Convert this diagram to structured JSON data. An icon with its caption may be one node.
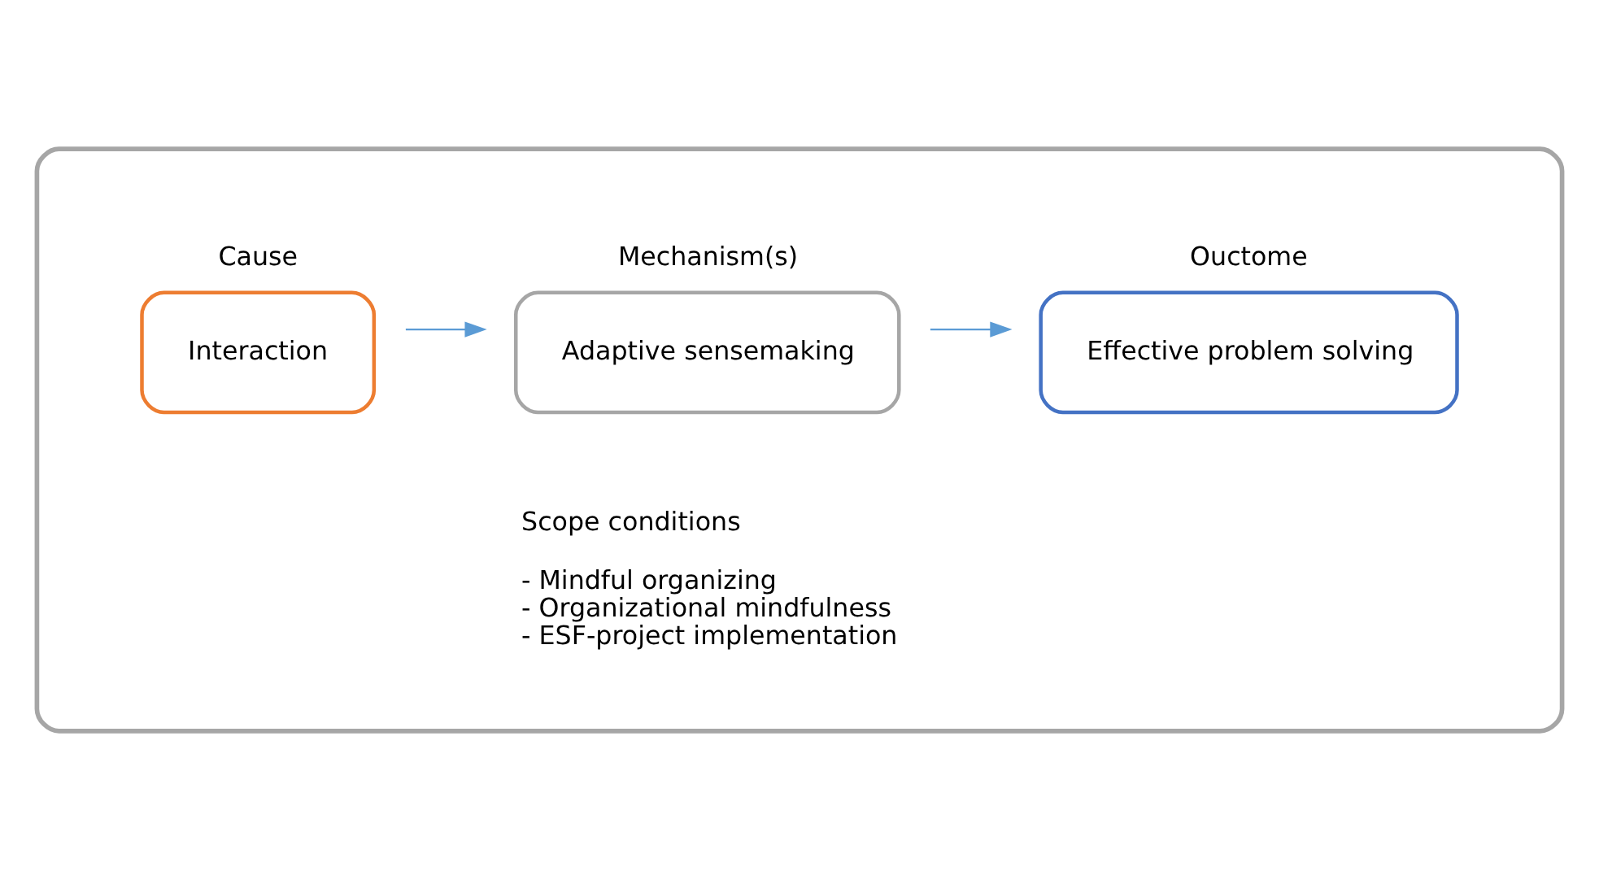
{
  "diagram": {
    "nodes": [
      {
        "text": [],
        "shape": "ellipse"
      },
      {
        "text": [
          "Cause",
          "Interaction"
        ],
        "in": 0
      },
      {
        "text": [
          "Mechanism(s)",
          "Adaptive sensemaking"
        ],
        "in": 0
      },
      {
        "text": [
          "Ouctome",
          "Effective problem solving"
        ],
        "in": 0
      }
    ],
    "edges": [
      {
        "from": 1,
        "to": 2,
        "arrow": "to"
      },
      {
        "from": 2,
        "to": 3,
        "arrow": "to"
      }
    ],
    "labels": [
      "Scope conditions",
      "- Mindful organizing",
      "- Organizational mindfulness",
      "- ESF-project implementation"
    ]
  }
}
